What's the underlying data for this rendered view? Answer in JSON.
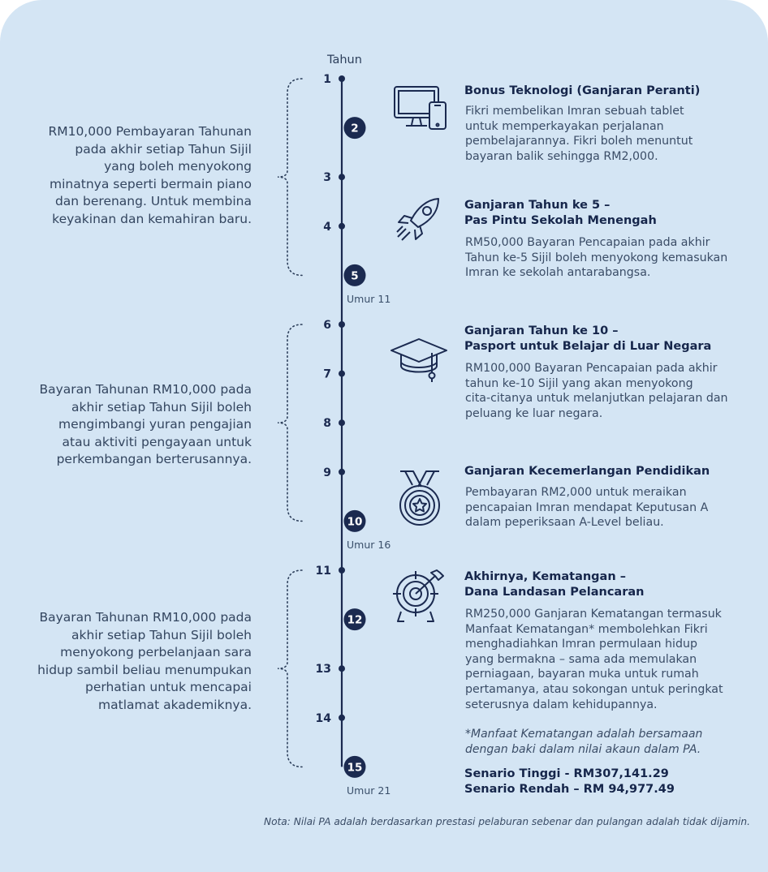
{
  "axis_label": "Tahun",
  "years": [
    "1",
    "2",
    "3",
    "4",
    "5",
    "6",
    "7",
    "8",
    "9",
    "10",
    "11",
    "12",
    "13",
    "14",
    "15"
  ],
  "highlighted_years": [
    "2",
    "5",
    "10",
    "12",
    "15"
  ],
  "age_labels": [
    "Umur 11",
    "Umur 16",
    "Umur 21"
  ],
  "left_blocks": [
    {
      "lines": [
        "RM10,000 Pembayaran Tahunan",
        "pada akhir setiap Tahun Sijil",
        "yang boleh menyokong",
        "minatnya seperti bermain piano",
        "dan berenang. Untuk membina",
        "keyakinan dan kemahiran baru."
      ]
    },
    {
      "lines": [
        "Bayaran Tahunan RM10,000 pada",
        "akhir setiap Tahun Sijil boleh",
        "mengimbangi yuran pengajian",
        "atau aktiviti pengayaan untuk",
        "perkembangan berterusannya."
      ]
    },
    {
      "lines": [
        "Bayaran Tahunan RM10,000 pada",
        "akhir setiap Tahun Sijil boleh",
        "menyokong perbelanjaan sara",
        "hidup sambil beliau menumpukan",
        "perhatian untuk mencapai",
        "matlamat akademiknya."
      ]
    }
  ],
  "items": [
    {
      "icon": "devices-icon",
      "title": [
        "Bonus Teknologi (Ganjaran Peranti)"
      ],
      "desc": [
        "Fikri membelikan Imran sebuah tablet",
        "untuk memperkayakan perjalanan",
        "pembelajarannya. Fikri boleh menuntut",
        "bayaran balik sehingga RM2,000."
      ]
    },
    {
      "icon": "rocket-icon",
      "title": [
        "Ganjaran Tahun ke 5 –",
        "Pas Pintu Sekolah Menengah"
      ],
      "desc": [
        "RM50,000 Bayaran Pencapaian pada akhir",
        "Tahun ke-5 Sijil boleh menyokong kemasukan",
        "Imran ke sekolah antarabangsa."
      ]
    },
    {
      "icon": "graduation-cap-icon",
      "title": [
        "Ganjaran Tahun ke 10 –",
        "Pasport untuk Belajar di Luar Negara"
      ],
      "desc": [
        "RM100,000 Bayaran Pencapaian pada akhir",
        "tahun ke-10 Sijil yang akan menyokong",
        "cita-citanya untuk melanjutkan pelajaran dan",
        "peluang ke luar negara."
      ]
    },
    {
      "icon": "medal-icon",
      "title": [
        "Ganjaran Kecemerlangan Pendidikan"
      ],
      "desc": [
        "Pembayaran RM2,000 untuk meraikan",
        "pencapaian Imran mendapat Keputusan A",
        "dalam peperiksaan A-Level beliau."
      ]
    },
    {
      "icon": "target-icon",
      "title": [
        "Akhirnya, Kematangan –",
        "Dana Landasan Pelancaran"
      ],
      "desc": [
        "RM250,000 Ganjaran Kematangan termasuk",
        "Manfaat Kematangan* membolehkan Fikri",
        "menghadiahkan Imran permulaan hidup",
        "yang bermakna – sama ada memulakan",
        "perniagaan, bayaran muka untuk rumah",
        "pertamanya, atau sokongan untuk peringkat",
        "seterusnya dalam kehidupannya."
      ],
      "note": [
        "*Manfaat Kematangan adalah bersamaan",
        "dengan baki dalam nilai akaun dalam PA."
      ]
    }
  ],
  "scenarios": [
    "Senario Tinggi - RM307,141.29",
    "Senario Rendah – RM 94,977.49"
  ],
  "footnote": "Nota: Nilai PA adalah berdasarkan prestasi pelaburan sebenar dan pulangan adalah tidak dijamin.",
  "colors": {
    "background": "#d4e5f4",
    "line": "#1b2a50",
    "title": "#16264b",
    "body": "#3a4c66"
  }
}
